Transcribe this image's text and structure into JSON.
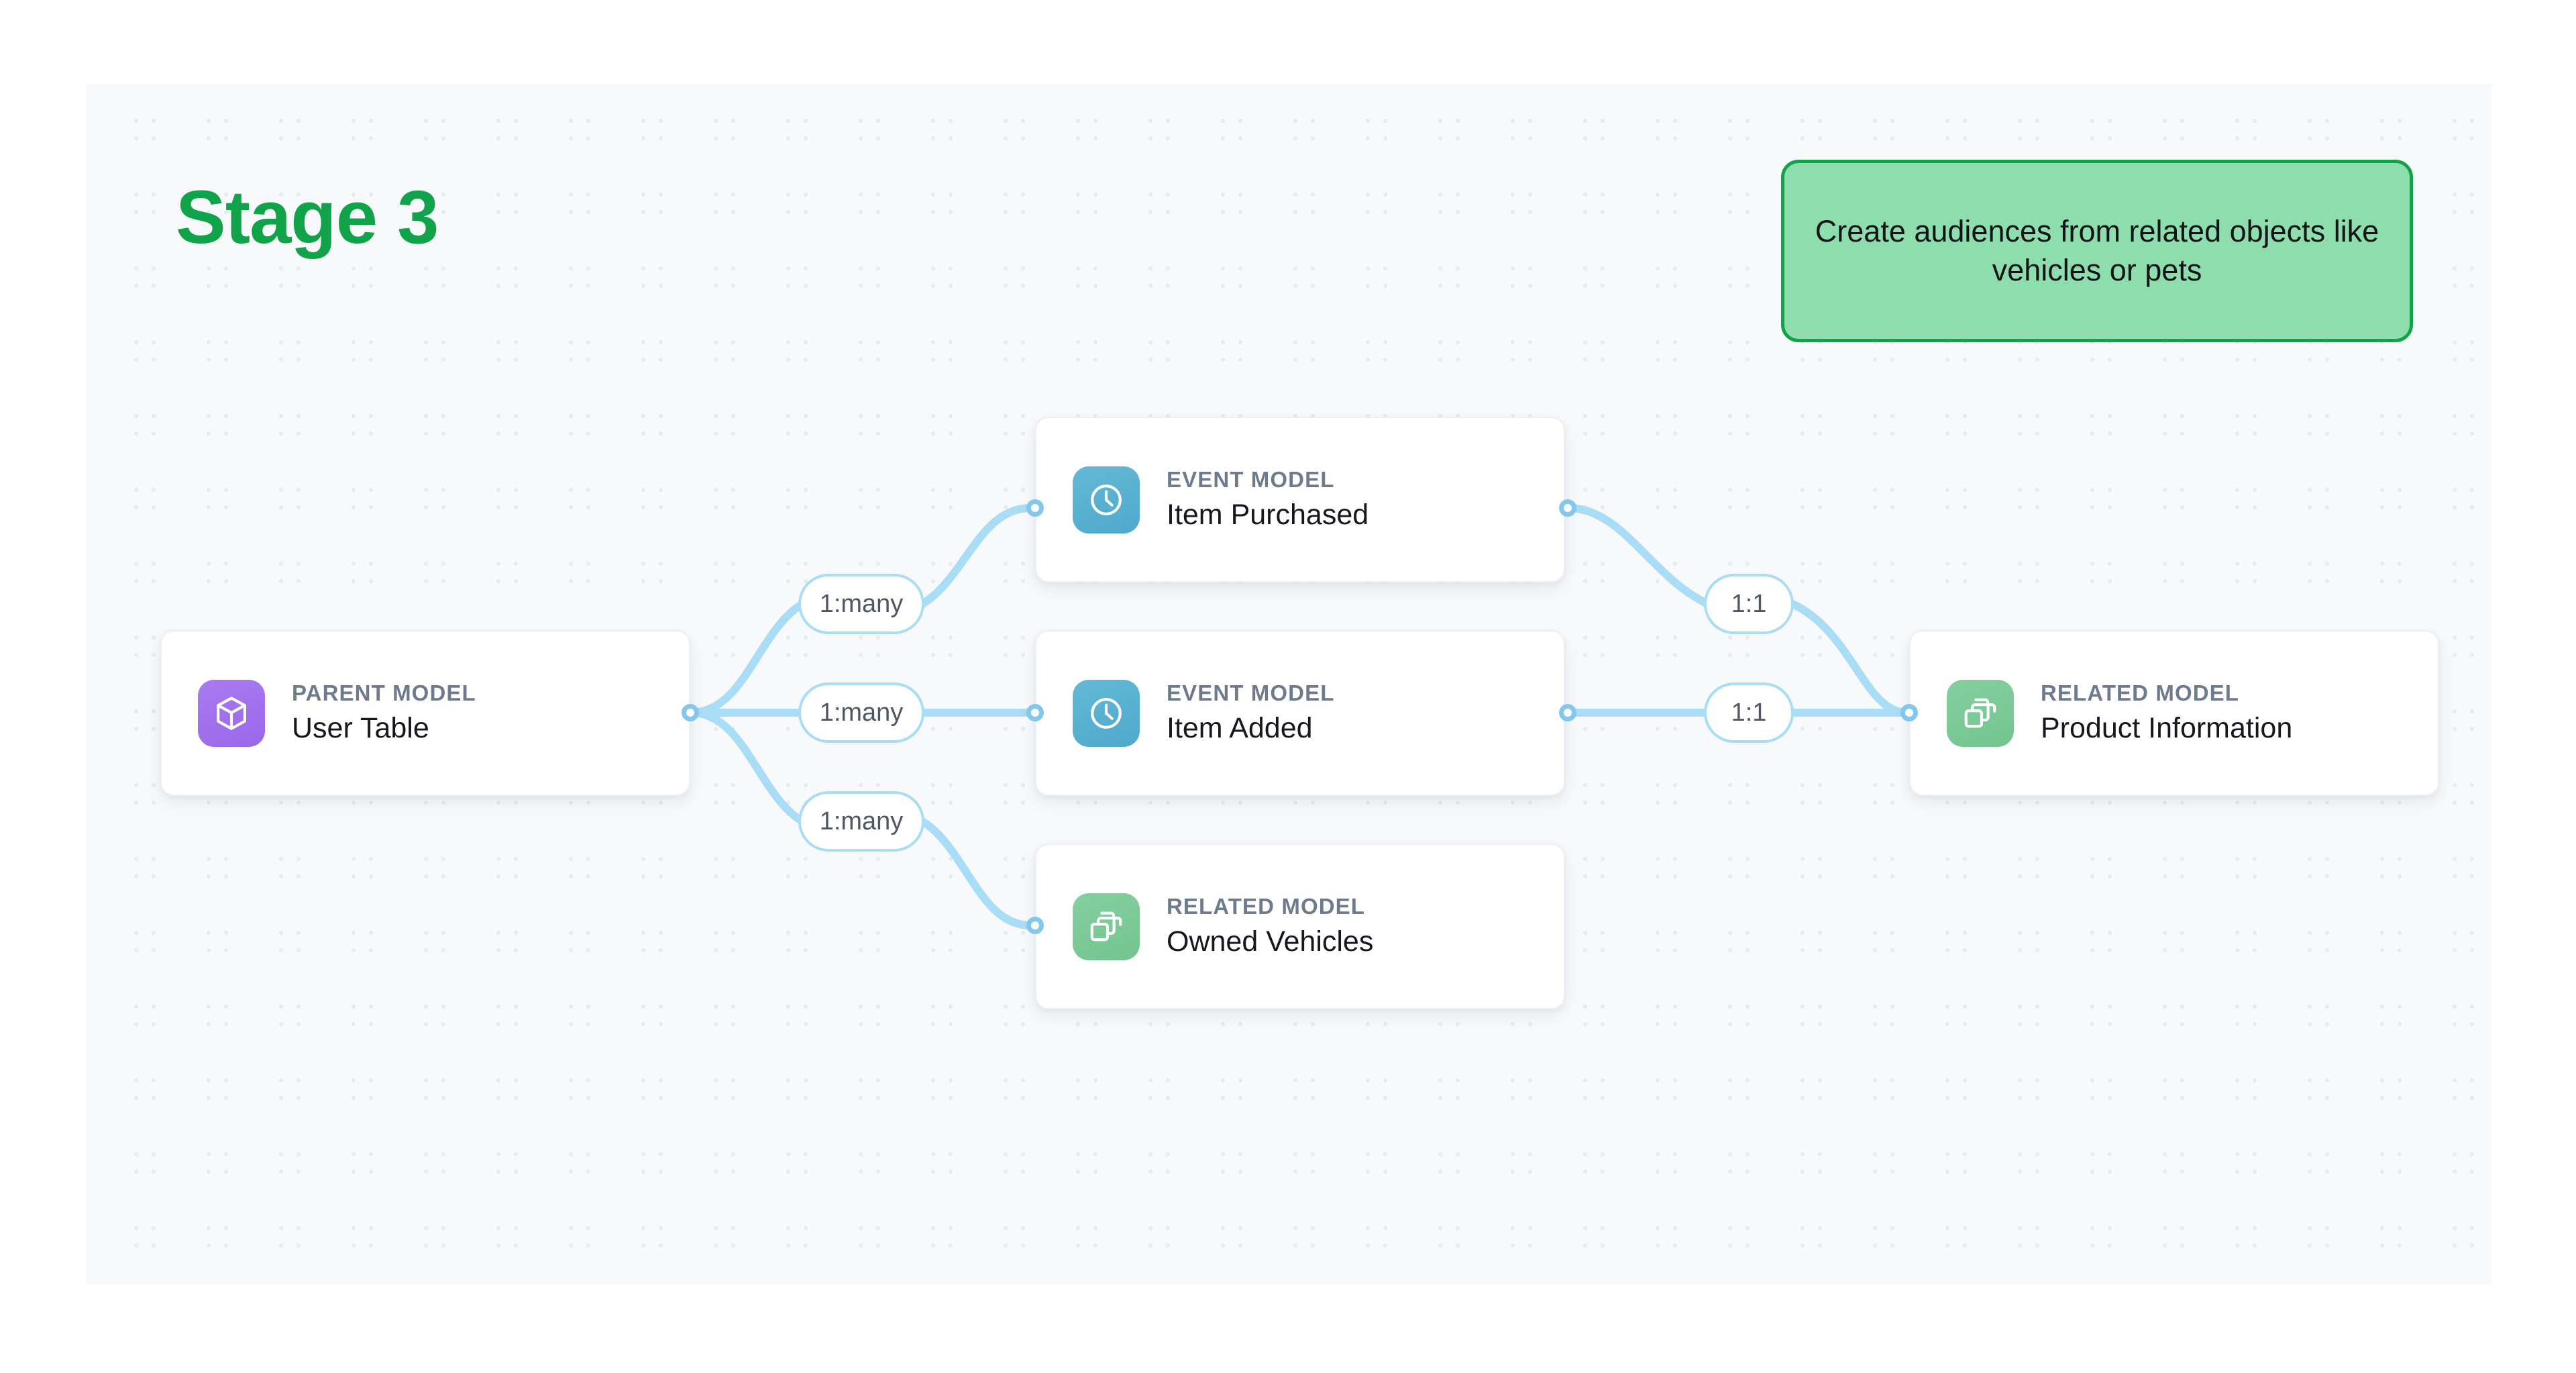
{
  "headline": "Stage 3",
  "callout": {
    "text": "Create audiences from related objects like vehicles or pets"
  },
  "colors": {
    "canvas_bg": "#F7F9FB",
    "headline_green": "#11A34A",
    "callout_fill": "#8EDDAD",
    "callout_border": "#12A349",
    "wire_blue": "#A9DCF5",
    "port_blue": "#83C8EC",
    "parent_icon": "#9A67EA",
    "event_icon": "#4FA9CB",
    "related_icon": "#74C48F"
  },
  "nodes": {
    "parent": {
      "kicker": "PARENT MODEL",
      "title": "User Table",
      "icon": "cube-icon"
    },
    "event_purchased": {
      "kicker": "EVENT MODEL",
      "title": "Item Purchased",
      "icon": "clock-icon"
    },
    "event_added": {
      "kicker": "EVENT MODEL",
      "title": "Item Added",
      "icon": "clock-icon"
    },
    "related_vehicles": {
      "kicker": "RELATED MODEL",
      "title": "Owned Vehicles",
      "icon": "stacked-layers-icon"
    },
    "related_product": {
      "kicker": "RELATED MODEL",
      "title": "Product Information",
      "icon": "stacked-layers-icon"
    }
  },
  "edges": [
    {
      "id": "parent-to-purchased",
      "label": "1:many",
      "from": "parent",
      "to": "event_purchased"
    },
    {
      "id": "parent-to-added",
      "label": "1:many",
      "from": "parent",
      "to": "event_added"
    },
    {
      "id": "parent-to-vehicles",
      "label": "1:many",
      "from": "parent",
      "to": "related_vehicles"
    },
    {
      "id": "purchased-to-product",
      "label": "1:1",
      "from": "event_purchased",
      "to": "related_product"
    },
    {
      "id": "added-to-product",
      "label": "1:1",
      "from": "event_added",
      "to": "related_product"
    }
  ]
}
